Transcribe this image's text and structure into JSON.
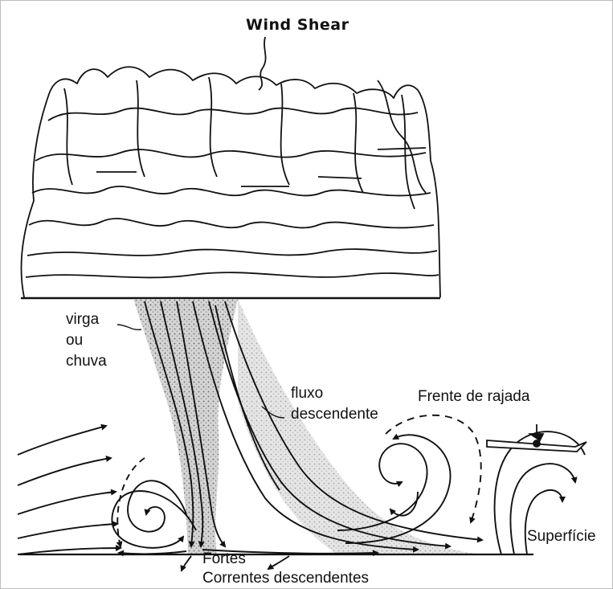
{
  "title": "Wind Shear",
  "labels": {
    "rain_1": "virga",
    "rain_2": "ou",
    "rain_3": "chuva",
    "downflow_1": "fluxo",
    "downflow_2": "descendente",
    "gust_front": "Frente de rajada",
    "surface": "Superfície",
    "strong_1": "Fortes",
    "strong_2": "Correntes descendentes"
  },
  "colors": {
    "ink": "#111111",
    "shade": "#bcbcbc",
    "frame": "#bdbdbd"
  }
}
